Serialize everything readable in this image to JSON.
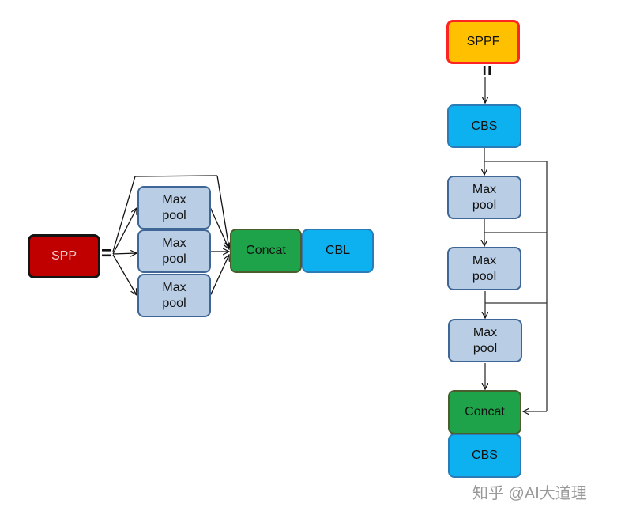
{
  "spp_diagram": {
    "spp": {
      "label": "SPP",
      "equals": "="
    },
    "maxpools": [
      {
        "label": "Max pool"
      },
      {
        "label": "Max pool"
      },
      {
        "label": "Max pool"
      }
    ],
    "concat": {
      "label": "Concat"
    },
    "cbl": {
      "label": "CBL"
    }
  },
  "sppf_diagram": {
    "sppf": {
      "label": "SPPF",
      "equals": "="
    },
    "cbs_top": {
      "label": "CBS"
    },
    "maxpools": [
      {
        "label": "Max pool"
      },
      {
        "label": "Max pool"
      },
      {
        "label": "Max pool"
      }
    ],
    "concat": {
      "label": "Concat"
    },
    "cbs_bottom": {
      "label": "CBS"
    }
  },
  "watermark": "知乎 @AI大道理",
  "colors": {
    "spp_fill": "#c00000",
    "maxpool_fill": "#b9cde5",
    "concat_fill": "#1fa34a",
    "cbl_fill": "#0db1ef",
    "cbs_fill": "#0db1ef",
    "sppf_fill": "#ffc000"
  }
}
